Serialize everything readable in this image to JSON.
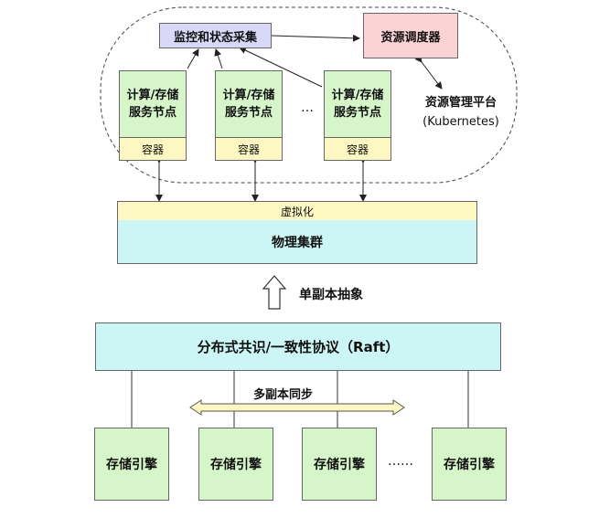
{
  "top": {
    "monitor": "监控和状态采集",
    "scheduler": "资源调度器",
    "platform_line1": "资源管理平台",
    "platform_line2": "(Kubernetes)",
    "nodes": [
      {
        "label": "计算/存储\n服务节点",
        "container": "容器"
      },
      {
        "label": "计算/存储\n服务节点",
        "container": "容器"
      },
      {
        "label": "计算/存储\n服务节点",
        "container": "容器"
      }
    ],
    "ellipsis": "…",
    "virtualization": "虚拟化",
    "physical": "物理集群"
  },
  "abstraction_label": "单副本抽象",
  "bottom": {
    "consensus": "分布式共识/一致性协议（Raft）",
    "sync_label": "多副本同步",
    "engines": [
      "存储引擎",
      "存储引擎",
      "存储引擎",
      "存储引擎"
    ],
    "ellipsis": "……"
  }
}
